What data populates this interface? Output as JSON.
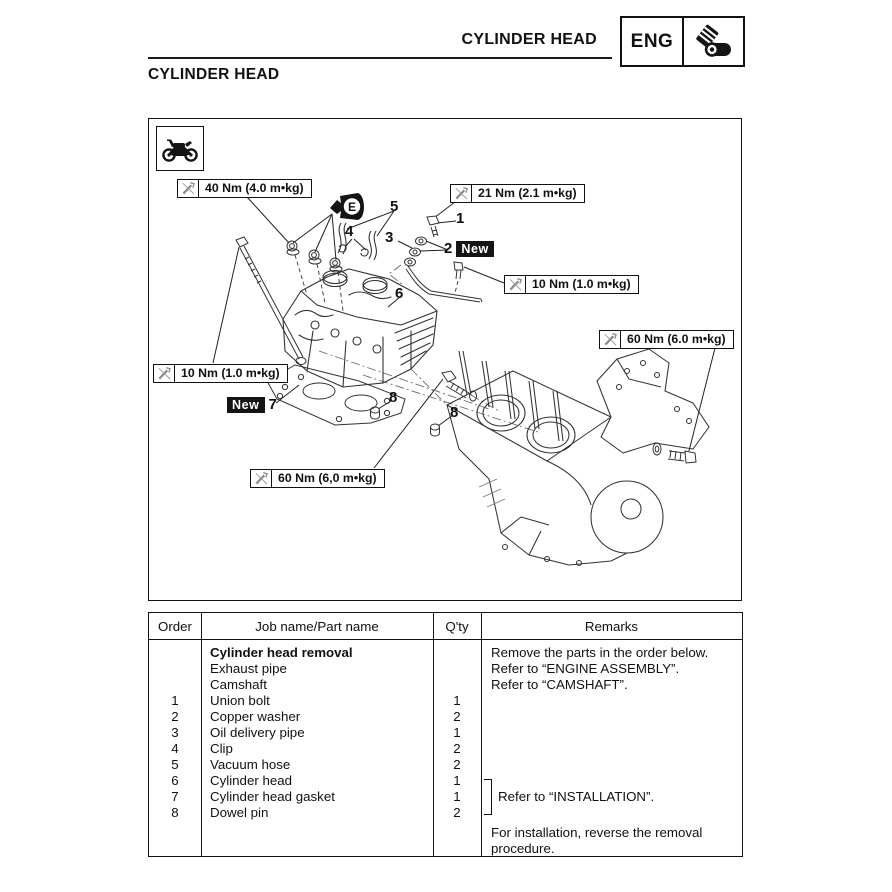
{
  "header": {
    "section_title": "CYLINDER HEAD",
    "tab_label": "ENG",
    "tab_icon": "engine-cylinder-icon"
  },
  "page_title": "CYLINDER HEAD",
  "diagram": {
    "model_icon": "motorcycle-icon",
    "oil_symbol_letter": "E",
    "new_badge_label": "New",
    "torque_icon": "wrench-icon",
    "torque_labels": [
      {
        "text": "40 Nm (4.0 m•kg)"
      },
      {
        "text": "21 Nm (2.1 m•kg)"
      },
      {
        "text": "10 Nm (1.0 m•kg)"
      },
      {
        "text": "60 Nm (6.0 m•kg)"
      },
      {
        "text": "10 Nm (1.0 m•kg)"
      },
      {
        "text": "60 Nm (6,0 m•kg)"
      }
    ],
    "callouts": {
      "c1": "1",
      "c2": "2",
      "c3": "3",
      "c4": "4",
      "c5": "5",
      "c6": "6",
      "c7": "7",
      "c8a": "8",
      "c8b": "8"
    }
  },
  "table": {
    "headers": {
      "order": "Order",
      "job": "Job name/Part name",
      "qty": "Q'ty",
      "remarks": "Remarks"
    },
    "rows": [
      {
        "order": "",
        "name": "Cylinder head removal",
        "qty": "",
        "remark": "Remove the parts in the order below."
      },
      {
        "order": "",
        "name": "Exhaust pipe",
        "qty": "",
        "remark": "Refer to “ENGINE ASSEMBLY”."
      },
      {
        "order": "",
        "name": "Camshaft",
        "qty": "",
        "remark": "Refer to “CAMSHAFT”."
      },
      {
        "order": "1",
        "name": "Union bolt",
        "qty": "1",
        "remark": ""
      },
      {
        "order": "2",
        "name": "Copper washer",
        "qty": "2",
        "remark": ""
      },
      {
        "order": "3",
        "name": "Oil delivery pipe",
        "qty": "1",
        "remark": ""
      },
      {
        "order": "4",
        "name": "Clip",
        "qty": "2",
        "remark": ""
      },
      {
        "order": "5",
        "name": "Vacuum hose",
        "qty": "2",
        "remark": ""
      },
      {
        "order": "6",
        "name": "Cylinder head",
        "qty": "1",
        "remark": ""
      },
      {
        "order": "7",
        "name": "Cylinder head gasket",
        "qty": "1",
        "remark": "Refer to “INSTALLATION”."
      },
      {
        "order": "8",
        "name": "Dowel pin",
        "qty": "2",
        "remark": ""
      }
    ],
    "notes": {
      "line1": "For installation, reverse the removal",
      "line2": "procedure."
    }
  }
}
